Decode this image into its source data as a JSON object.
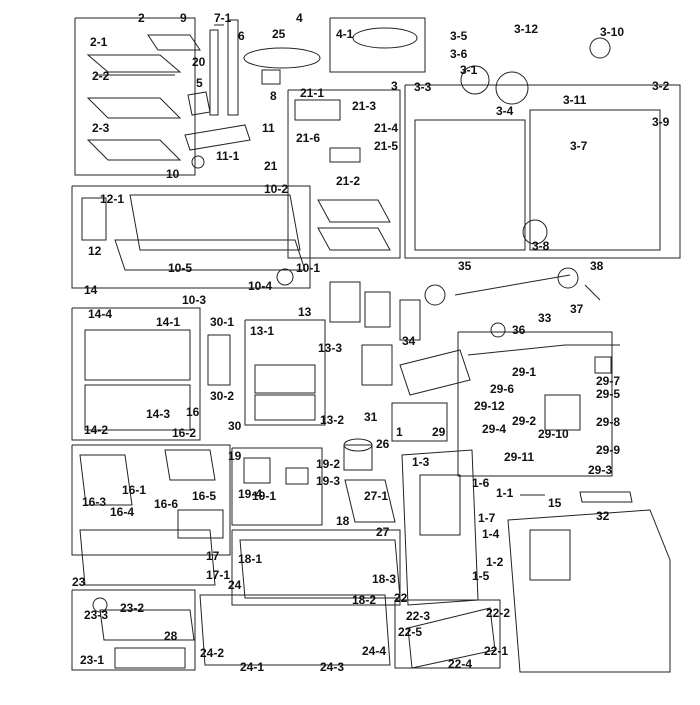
{
  "diagram": {
    "callouts": [
      "2",
      "2-1",
      "2-2",
      "2-3",
      "9",
      "7-1",
      "6",
      "20",
      "5",
      "11",
      "11-1",
      "4",
      "4-1",
      "25",
      "8",
      "3",
      "3-1",
      "3-2",
      "3-3",
      "3-4",
      "3-5",
      "3-6",
      "3-7",
      "3-8",
      "3-9",
      "3-10",
      "3-11",
      "3-12",
      "21",
      "21-1",
      "21-2",
      "21-3",
      "21-4",
      "21-5",
      "21-6",
      "10",
      "10-1",
      "10-2",
      "10-3",
      "10-4",
      "10-5",
      "12",
      "12-1",
      "14",
      "14-1",
      "14-2",
      "14-3",
      "14-4",
      "30",
      "30-1",
      "30-2",
      "13",
      "13-1",
      "13-2",
      "13-3",
      "35",
      "34",
      "33",
      "36",
      "37",
      "38",
      "29",
      "29-1",
      "29-2",
      "29-3",
      "29-4",
      "29-5",
      "29-6",
      "29-7",
      "29-8",
      "29-9",
      "29-10",
      "29-11",
      "29-12",
      "31",
      "16",
      "16-1",
      "16-2",
      "16-3",
      "16-4",
      "16-5",
      "16-6",
      "19",
      "19-1",
      "19-2",
      "19-3",
      "19-4",
      "17",
      "17-1",
      "26",
      "27",
      "27-1",
      "1",
      "1-1",
      "1-2",
      "1-3",
      "1-4",
      "1-5",
      "1-6",
      "1-7",
      "15",
      "32",
      "18",
      "18-1",
      "18-2",
      "18-3",
      "23",
      "23-1",
      "23-2",
      "23-3",
      "24",
      "24-1",
      "24-2",
      "24-3",
      "24-4",
      "28",
      "22",
      "22-1",
      "22-2",
      "22-3",
      "22-4",
      "22-5"
    ]
  }
}
